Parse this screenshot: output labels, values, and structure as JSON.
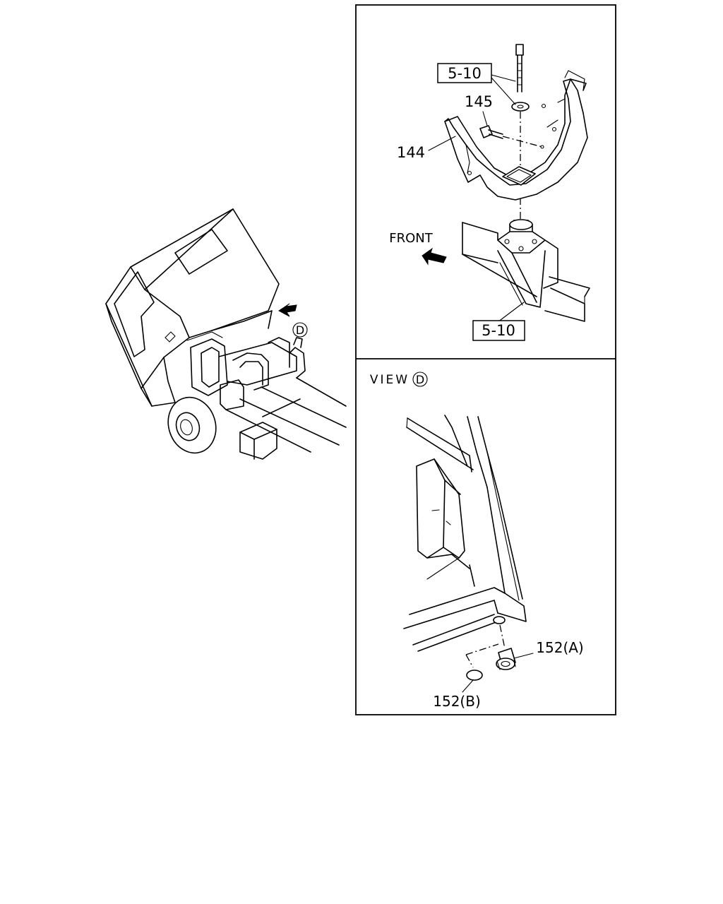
{
  "diagram": {
    "upper_panel": {
      "ref_label_top": "5-10",
      "part_145": "145",
      "part_144": "144",
      "front_label": "FRONT",
      "ref_label_bottom": "5-10"
    },
    "lower_panel": {
      "view_label": "VIEW",
      "view_letter": "D",
      "part_152a": "152(A)",
      "part_152b": "152(B)"
    },
    "left_view": {
      "view_marker_letter": "D"
    }
  }
}
